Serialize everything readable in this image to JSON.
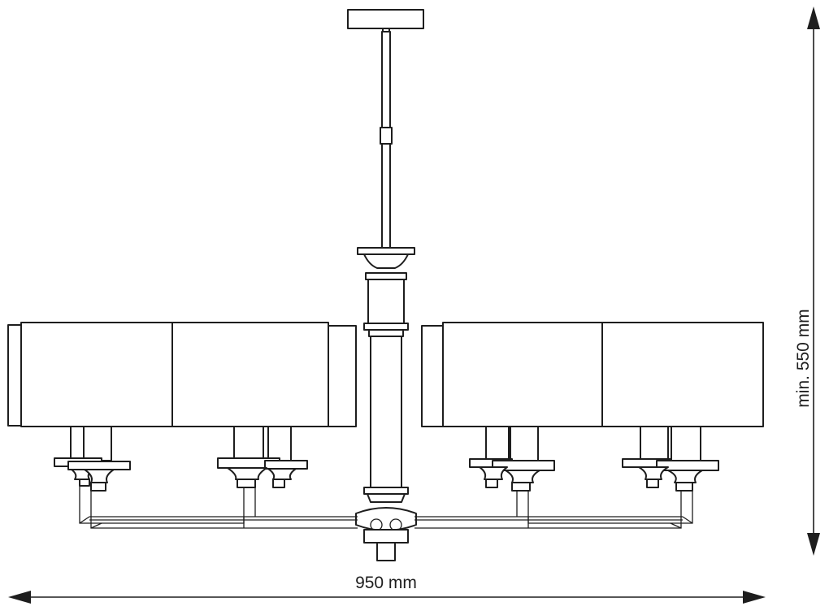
{
  "dimensions": {
    "width_label": "950 mm",
    "height_label": "min. 550 mm"
  },
  "icons": {
    "fixture": "chandelier-line-drawing",
    "arrows": "double-headed-dimension-arrow"
  }
}
